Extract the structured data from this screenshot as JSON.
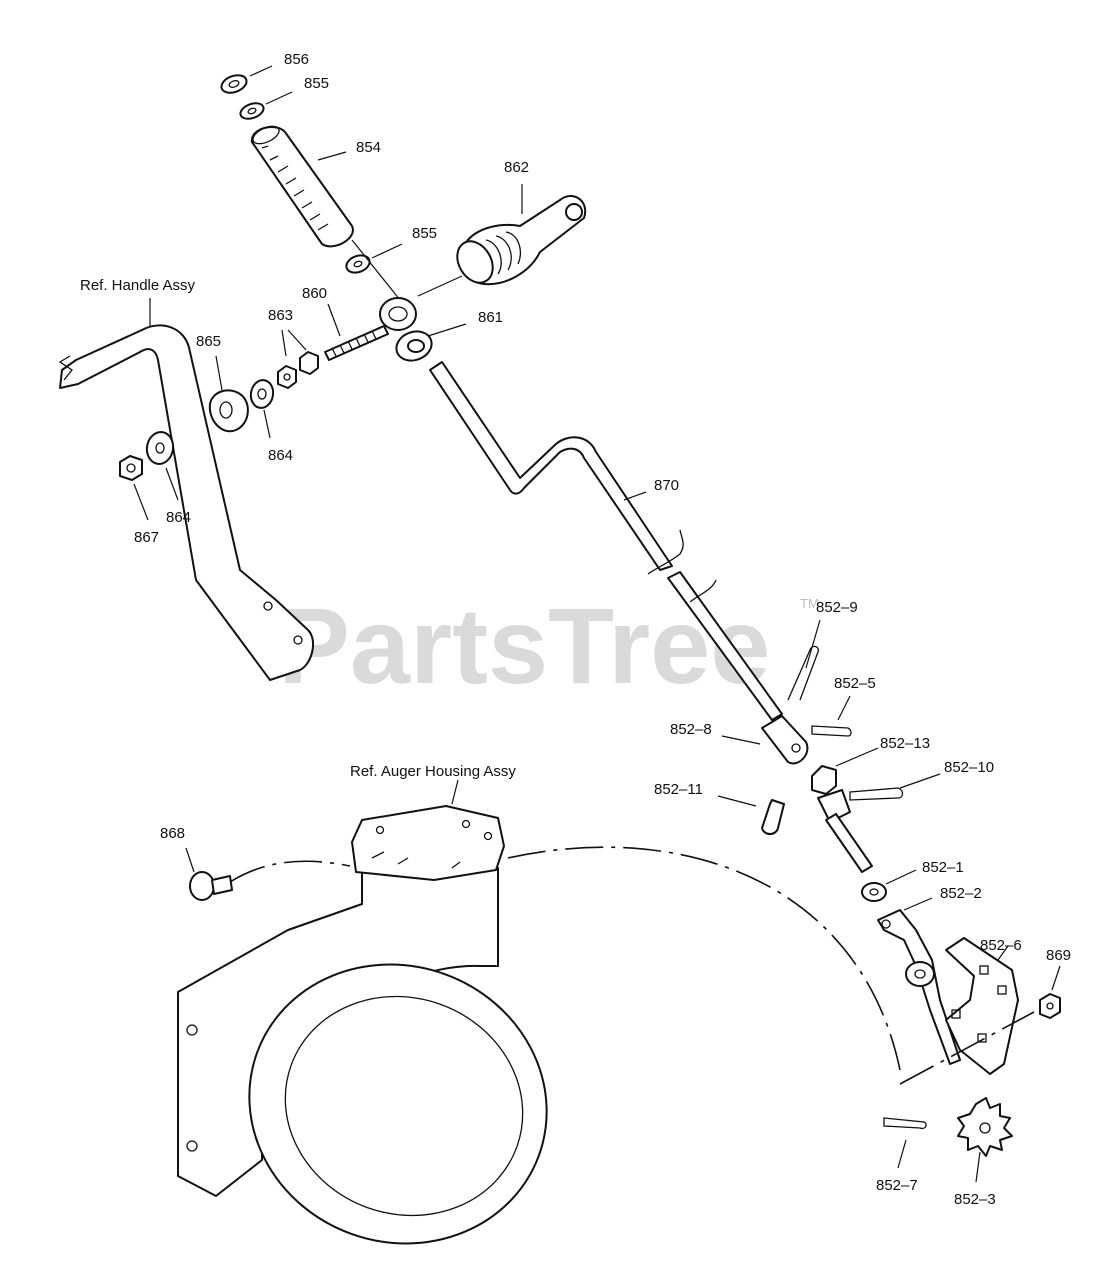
{
  "watermark": {
    "brand": "PartsTree",
    "trademark": "TM"
  },
  "callouts": {
    "r856": "856",
    "r855_top": "855",
    "r854": "854",
    "r862": "862",
    "r855_mid": "855",
    "ref_handle": "Ref. Handle Assy",
    "r860": "860",
    "r863": "863",
    "r861": "861",
    "r865": "865",
    "r864_a": "864",
    "r864_b": "864",
    "r867": "867",
    "r870": "870",
    "r852_9": "852–9",
    "r852_5": "852–5",
    "r852_8": "852–8",
    "r852_13": "852–13",
    "r852_10": "852–10",
    "r852_11": "852–11",
    "ref_auger": "Ref. Auger Housing Assy",
    "r868": "868",
    "r852_1": "852–1",
    "r852_2": "852–2",
    "r852_6": "852–6",
    "r869": "869",
    "r852_7": "852–7",
    "r852_3": "852–3"
  }
}
